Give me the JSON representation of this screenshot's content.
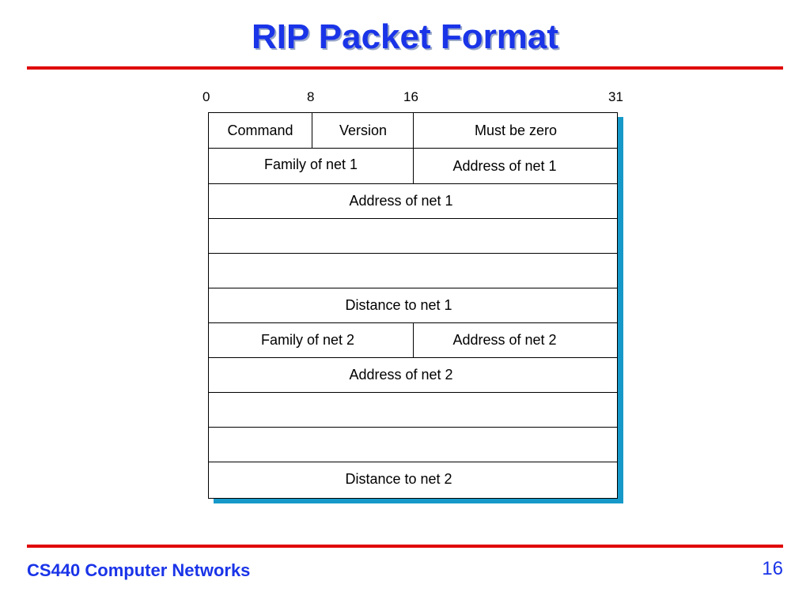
{
  "slide": {
    "title": "RIP Packet Format",
    "footer": "CS440 Computer Networks",
    "page_number": "16"
  },
  "bit_positions": [
    "0",
    "8",
    "16",
    "31"
  ],
  "packet": {
    "row1": {
      "command": "Command",
      "version": "Version",
      "must_be_zero": "Must be zero"
    },
    "row2": {
      "family": "Family of net 1",
      "address": "Address of net 1"
    },
    "row3": "Address of net 1",
    "row4": "",
    "row5": "",
    "row6": "Distance to net 1",
    "row7": {
      "family": "Family of net 2",
      "address": "Address of net 2"
    },
    "row8": "Address of net 2",
    "row9": "",
    "row10": "",
    "row11": "Distance to net 2"
  }
}
